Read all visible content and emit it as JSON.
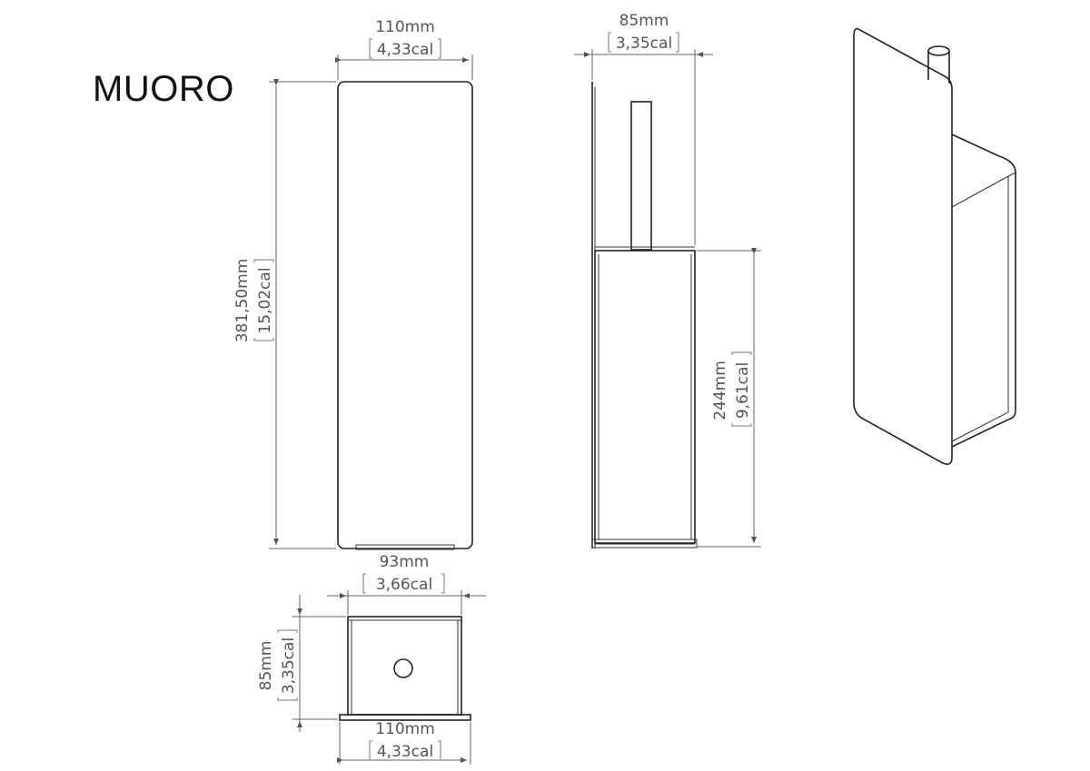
{
  "title": "MUORO",
  "dimensions": {
    "front_width_mm": "110mm",
    "front_width_in": "4,33cal",
    "front_height_mm": "381,50mm",
    "front_height_in": "15,02cal",
    "side_depth_mm": "85mm",
    "side_depth_in": "3,35cal",
    "side_height_mm": "244mm",
    "side_height_in": "9,61cal",
    "top_inner_mm": "93mm",
    "top_inner_in": "3,66cal",
    "top_depth_mm": "85mm",
    "top_depth_in": "3,35cal",
    "top_width_mm": "110mm",
    "top_width_in": "4,33cal"
  }
}
